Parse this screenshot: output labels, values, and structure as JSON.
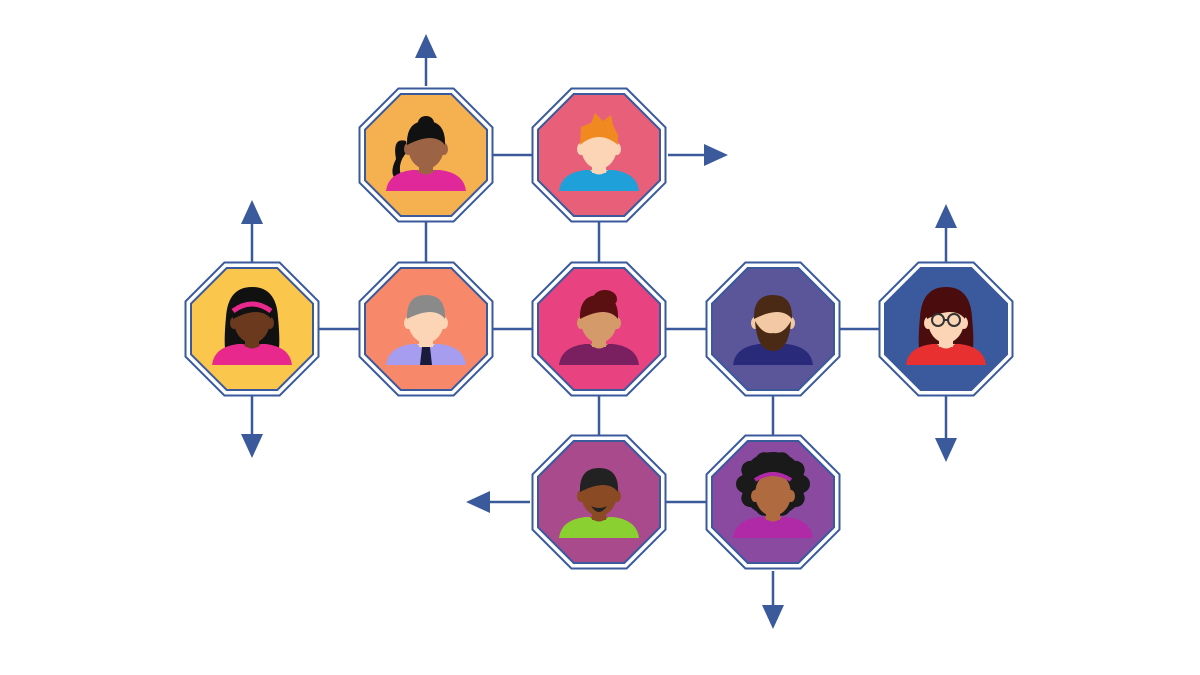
{
  "colors": {
    "line": "#3a5a9c",
    "outer_stroke": "#3a5a9c",
    "inner_stroke": "#3a5a9c",
    "background": "#ffffff"
  },
  "nodes": [
    {
      "id": "woman-ponytail",
      "bg": "#f5b050",
      "skin": "#9c6444",
      "hair": "#111111",
      "shirt": "#e0289a",
      "hair_style": "ponytail"
    },
    {
      "id": "man-ginger",
      "bg": "#e85f7a",
      "skin": "#fbd5b5",
      "hair": "#f08a20",
      "shirt": "#1fa0d8",
      "hair_style": "spiky"
    },
    {
      "id": "woman-headband",
      "bg": "#fbc64c",
      "skin": "#6b3a1e",
      "hair": "#111111",
      "shirt": "#e8288c",
      "hair_style": "long",
      "accessory": "headband"
    },
    {
      "id": "man-tie",
      "bg": "#f7896a",
      "skin": "#fbd5b5",
      "hair": "#8a8a8a",
      "shirt": "#a69cf0",
      "hair_style": "short",
      "accessory": "tie"
    },
    {
      "id": "woman-center",
      "bg": "#e84280",
      "skin": "#d59a6a",
      "hair": "#5a1010",
      "shirt": "#7a2060",
      "hair_style": "bob"
    },
    {
      "id": "man-beard",
      "bg": "#5b559a",
      "skin": "#f2c9a4",
      "hair": "#4a2a14",
      "shirt": "#2a2a7a",
      "hair_style": "short",
      "accessory": "beard"
    },
    {
      "id": "woman-glasses",
      "bg": "#3b5a9e",
      "skin": "#fbd5b5",
      "hair": "#4a0c0c",
      "shirt": "#e83030",
      "hair_style": "long",
      "accessory": "glasses"
    },
    {
      "id": "man-goatee",
      "bg": "#a84a8c",
      "skin": "#8a4a24",
      "hair": "#222222",
      "shirt": "#8ad030",
      "hair_style": "flat",
      "accessory": "goatee"
    },
    {
      "id": "woman-afro",
      "bg": "#8a4aa0",
      "skin": "#b06a40",
      "hair": "#1a1a1a",
      "shirt": "#b02aa8",
      "hair_style": "afro",
      "accessory": "headband-purple"
    }
  ],
  "arrows": [
    "up",
    "right",
    "up",
    "down",
    "up",
    "down",
    "left",
    "down"
  ]
}
